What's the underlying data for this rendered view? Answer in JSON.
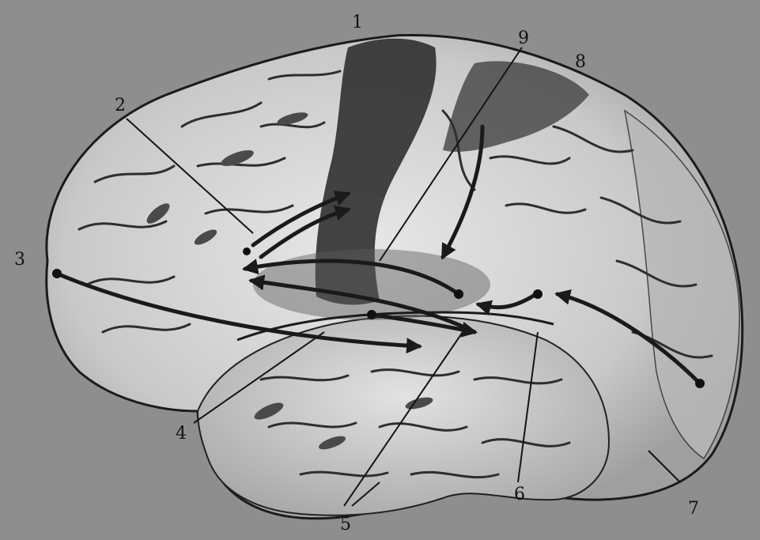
{
  "figure": {
    "subject": "lateral view of a human brain",
    "colors": {
      "paper": "#8c8c8c",
      "cortex": "#d6d6d6",
      "gyrus_shadow": "#9a9a9a",
      "sulcus": "#3a3a3a",
      "motor_region": "#2b2b2b",
      "pathway_arrows": "#1a1a1a"
    },
    "labels": [
      {
        "id": "1",
        "text": "1"
      },
      {
        "id": "2",
        "text": "2"
      },
      {
        "id": "3",
        "text": "3"
      },
      {
        "id": "4",
        "text": "4"
      },
      {
        "id": "5",
        "text": "5"
      },
      {
        "id": "6",
        "text": "6"
      },
      {
        "id": "7",
        "text": "7"
      },
      {
        "id": "8",
        "text": "8"
      },
      {
        "id": "9",
        "text": "9"
      }
    ]
  }
}
